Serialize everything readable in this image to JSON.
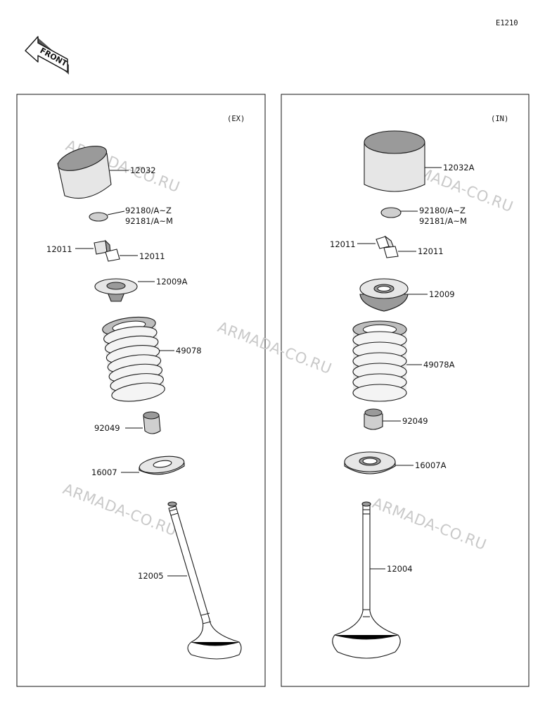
{
  "diagram": {
    "code": "E1210",
    "front_label": "FRONT",
    "watermark": "ARMADA-CO.RU",
    "panels": {
      "exhaust": {
        "title": "(EX)",
        "parts": {
          "lifter": "12032",
          "shim_1": "92180/A~Z",
          "shim_2": "92181/A~M",
          "cotter_left": "12011",
          "cotter_right": "12011",
          "retainer": "12009A",
          "spring": "49078",
          "seal": "92049",
          "seat": "16007",
          "valve": "12005"
        }
      },
      "intake": {
        "title": "(IN)",
        "parts": {
          "lifter": "12032A",
          "shim_1": "92180/A~Z",
          "shim_2": "92181/A~M",
          "cotter_left": "12011",
          "cotter_right": "12011",
          "retainer": "12009",
          "spring": "49078A",
          "seal": "92049",
          "seat": "16007A",
          "valve": "12004"
        }
      }
    }
  }
}
